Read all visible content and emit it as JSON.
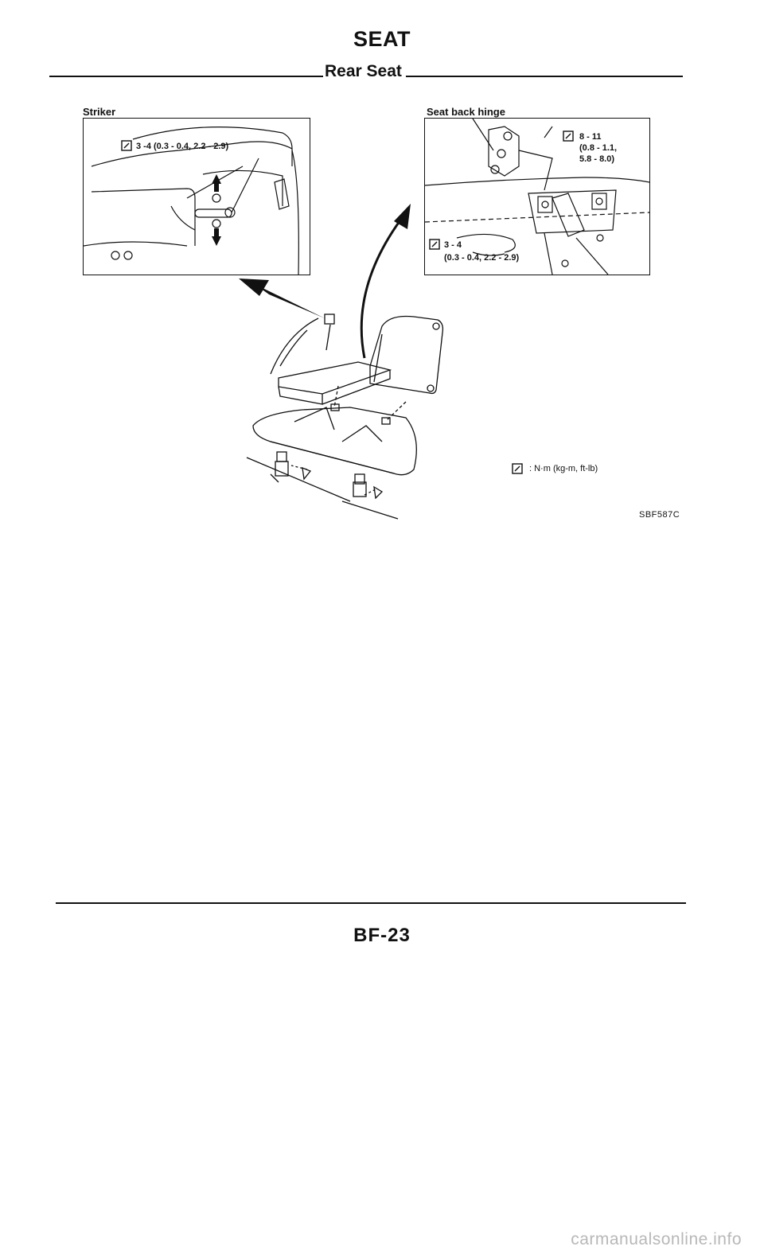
{
  "header": {
    "title": "SEAT",
    "section": "Rear Seat"
  },
  "striker_figure": {
    "caption": "Striker",
    "torque": "3 -4 (0.3 - 0.4, 2.2 - 2.9)"
  },
  "hinge_figure": {
    "caption": "Seat back hinge",
    "torque_upper": [
      "8 - 11",
      "(0.8 - 1.1,",
      "5.8 - 8.0)"
    ],
    "torque_lower": [
      "3 - 4",
      "(0.3 - 0.4, 2.2 - 2.9)"
    ]
  },
  "legend": {
    "unit_text": ": N·m (kg-m, ft-lb)",
    "icon": "torque-wrench-icon"
  },
  "figure_code": "SBF587C",
  "footer": {
    "page_number": "BF-23"
  },
  "watermark": "carmanualsonline.info",
  "colors": {
    "ink": "#111111",
    "watermark": "#b8b8b8"
  }
}
